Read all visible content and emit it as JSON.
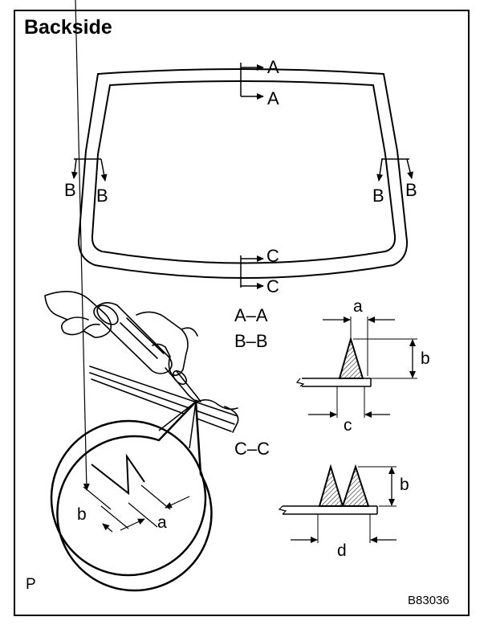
{
  "title": "Backside",
  "section_labels": {
    "A_top": "A",
    "A_bottom": "A",
    "B_left_outer": "B",
    "B_left_inner": "B",
    "B_right_inner": "B",
    "B_right_outer": "B",
    "C_top": "C",
    "C_bottom": "C"
  },
  "section_list": [
    "A–A",
    "B–B",
    "C–C"
  ],
  "dimensions": {
    "single_a": "a",
    "single_b": "b",
    "single_c": "c",
    "double_b": "b",
    "double_d": "d",
    "detail_a": "a",
    "detail_b": "b"
  },
  "footer": {
    "left": "P",
    "code": "B83036"
  }
}
